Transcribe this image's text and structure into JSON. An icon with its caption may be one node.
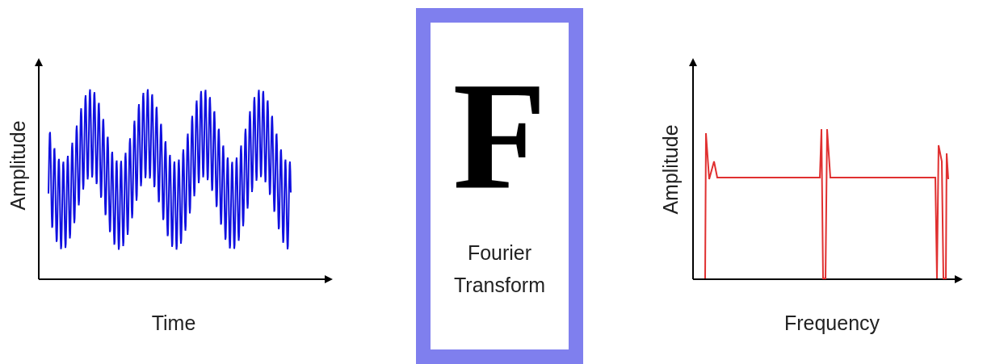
{
  "diagram": {
    "nodes": [
      {
        "text": [
          "F",
          "Fourier Transform"
        ]
      }
    ],
    "labels": [
      "Amplitude",
      "Time",
      "Amplitude",
      "Frequency"
    ]
  }
}
